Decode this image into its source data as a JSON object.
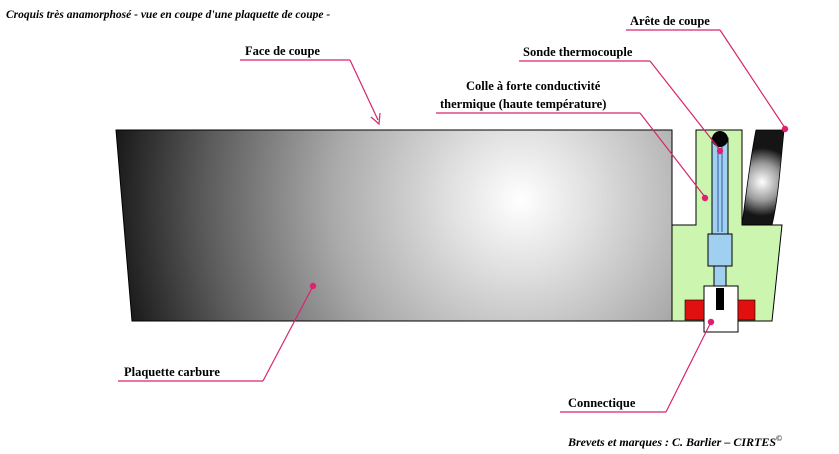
{
  "header": {
    "caption": "Croquis très anamorphosé - vue en coupe d'une plaquette de coupe -"
  },
  "labels": {
    "arete": "Arête de coupe",
    "face": "Face de coupe",
    "sonde": "Sonde thermocouple",
    "colle_line1": "Colle à forte conductivité",
    "colle_line2": "thermique (haute température)",
    "plaquette": "Plaquette carbure",
    "connectique": "Connectique"
  },
  "footer": {
    "credit": "Brevets et marques : C. Barlier – CIRTES",
    "credit_sup": "©"
  },
  "colors": {
    "leader": "#d6256e",
    "dot": "#e0206e",
    "glue": "#ccf5b0",
    "probe": "#9fd0f0",
    "connector_red": "#e01010"
  }
}
